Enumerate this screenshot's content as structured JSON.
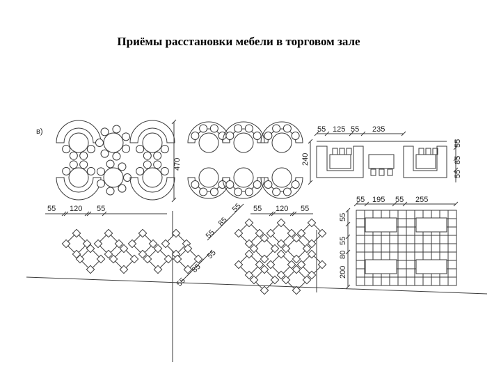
{
  "slide": {
    "title": "Приёмы расстановки мебели в торговом зале"
  },
  "drawing": {
    "ink_color": "#3a3a3a",
    "variant_label": "в)",
    "panel_round_tables": {
      "dim_height": "470",
      "dims_bottom": [
        "55",
        "120",
        "55"
      ]
    },
    "panel_diagonal_left": {
      "dims_bottom": [
        "55",
        "85",
        "55"
      ]
    },
    "panel_diagonal_right": {
      "dims_top": [
        "55",
        "85",
        "55"
      ],
      "dims_row": [
        "55",
        "120",
        "55"
      ]
    },
    "panel_booths": {
      "dims_top": [
        "55",
        "125",
        "55",
        "235"
      ],
      "dim_left": "240",
      "dims_right": [
        "55",
        "85",
        "55"
      ]
    },
    "panel_grid": {
      "dims_top": [
        "55",
        "195",
        "55",
        "255"
      ],
      "dims_left": [
        "55",
        "55",
        "80",
        "200"
      ]
    }
  }
}
